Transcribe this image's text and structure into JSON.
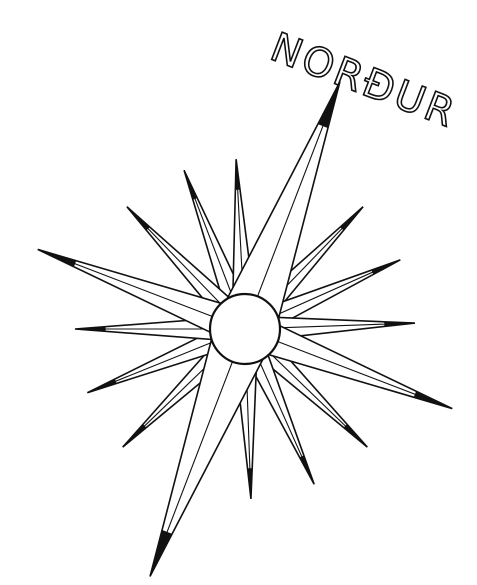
{
  "north_label": "NORÐUR",
  "colors": {
    "line": "#111111",
    "fill": "#ffffff"
  },
  "rose": {
    "points": [
      {
        "name": "point-north",
        "angle_deg": 21,
        "length_class": "long"
      },
      {
        "name": "point-north-northwest",
        "angle_deg": -21,
        "length_class": "short"
      },
      {
        "name": "point-northwest-upper",
        "angle_deg": -3,
        "length_class": "short"
      },
      {
        "name": "point-northeast-upper",
        "angle_deg": 44,
        "length_class": "short"
      },
      {
        "name": "point-east-northeast",
        "angle_deg": 66,
        "length_class": "short"
      },
      {
        "name": "point-east",
        "angle_deg": 88,
        "length_class": "short"
      },
      {
        "name": "point-east-southeast",
        "angle_deg": 111,
        "length_class": "medium"
      },
      {
        "name": "point-southeast",
        "angle_deg": 134,
        "length_class": "short"
      },
      {
        "name": "point-south-southeast",
        "angle_deg": 156,
        "length_class": "short"
      },
      {
        "name": "point-south",
        "angle_deg": 178,
        "length_class": "short"
      },
      {
        "name": "point-south-southwest",
        "angle_deg": 201,
        "length_class": "long"
      },
      {
        "name": "point-southwest",
        "angle_deg": 226,
        "length_class": "short"
      },
      {
        "name": "point-west-southwest",
        "angle_deg": 248,
        "length_class": "short"
      },
      {
        "name": "point-west",
        "angle_deg": 270,
        "length_class": "short"
      },
      {
        "name": "point-west-northwest",
        "angle_deg": 291,
        "length_class": "medium"
      },
      {
        "name": "point-northwest",
        "angle_deg": 316,
        "length_class": "short"
      }
    ]
  }
}
